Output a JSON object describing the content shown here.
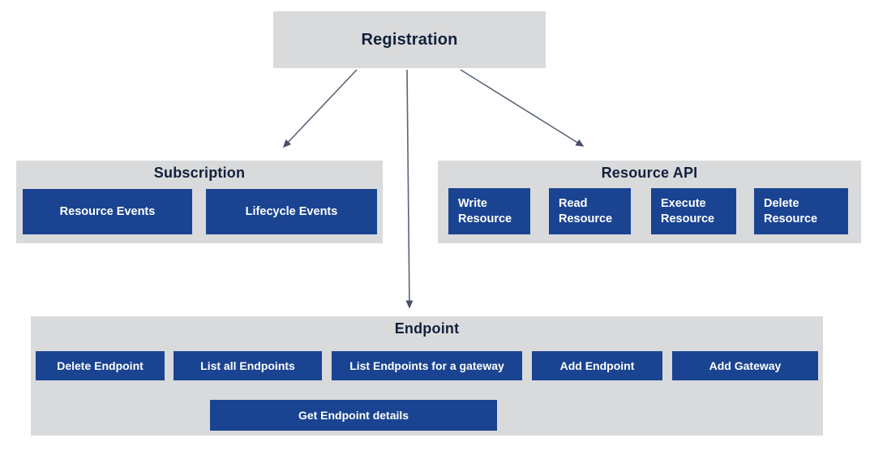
{
  "diagram": {
    "root": {
      "label": "Registration"
    },
    "sections": {
      "subscription": {
        "title": "Subscription",
        "items": [
          {
            "label": "Resource Events"
          },
          {
            "label": "Lifecycle Events"
          }
        ]
      },
      "resource_api": {
        "title": "Resource API",
        "items": [
          {
            "label": "Write Resource"
          },
          {
            "label": "Read Resource"
          },
          {
            "label": "Execute Resource"
          },
          {
            "label": "Delete Resource"
          }
        ]
      },
      "endpoint": {
        "title": "Endpoint",
        "items": [
          {
            "label": "Delete Endpoint"
          },
          {
            "label": "List all Endpoints"
          },
          {
            "label": "List Endpoints for a gateway"
          },
          {
            "label": "Add Endpoint"
          },
          {
            "label": "Add Gateway"
          }
        ],
        "detail": {
          "label": "Get Endpoint details"
        }
      }
    },
    "connectors": [
      {
        "name": "registration-to-subscription"
      },
      {
        "name": "registration-to-endpoint"
      },
      {
        "name": "registration-to-resource-api"
      },
      {
        "name": "list-all-endpoints-to-get-endpoint-details"
      },
      {
        "name": "list-endpoints-for-a-gateway-to-get-endpoint-details"
      }
    ],
    "colors": {
      "node_bg": "#1A4491",
      "node_text": "#FFFFFF",
      "section_bg": "#D9DADB",
      "heading_text": "#13203C",
      "arrow_line": "#5A6478",
      "arrow_head": "#46506A",
      "page_bg": "#FFFFFF"
    }
  }
}
